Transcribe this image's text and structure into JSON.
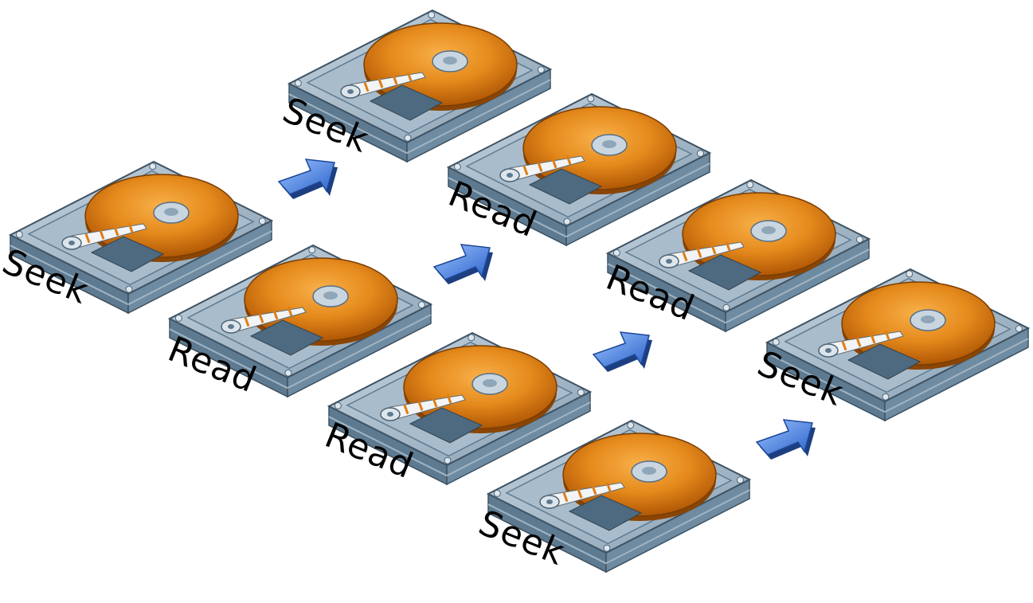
{
  "operations": [
    {
      "label": "Seek"
    },
    {
      "label": "Read"
    },
    {
      "label": "Read"
    },
    {
      "label": "Seek"
    },
    {
      "label": "Seek"
    },
    {
      "label": "Read"
    },
    {
      "label": "Read"
    },
    {
      "label": "Seek"
    }
  ],
  "colors": {
    "casing": "#8fa6b8",
    "casing_dark": "#5e7a90",
    "platter": "#e07d12",
    "platter_light": "#f6a33a",
    "arrow": "#3f7fe0"
  }
}
